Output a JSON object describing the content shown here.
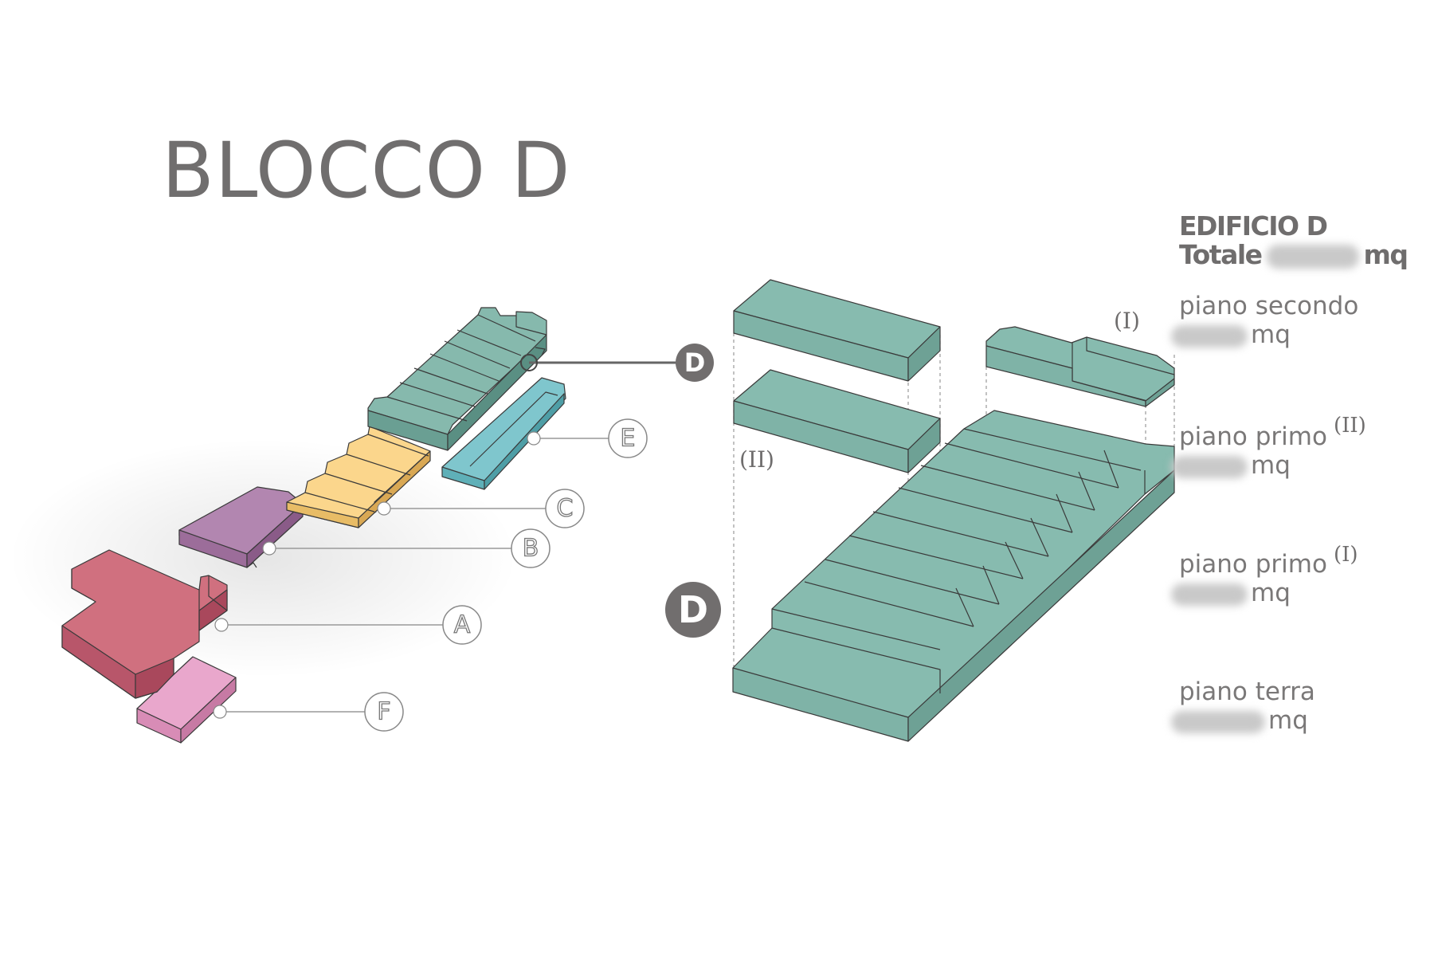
{
  "title": "BLOCCO  D",
  "callouts": [
    {
      "id": "D",
      "label": "D"
    },
    {
      "id": "E",
      "label": "E"
    },
    {
      "id": "C",
      "label": "C"
    },
    {
      "id": "B",
      "label": "B"
    },
    {
      "id": "A",
      "label": "A"
    },
    {
      "id": "F",
      "label": "F"
    }
  ],
  "detail_label": "D",
  "roman_numerals": {
    "part_i": "(I)",
    "part_ii": "(II)"
  },
  "building_info": {
    "name": "EDIFICIO D",
    "total_prefix": "Totale",
    "unit": "mq"
  },
  "levels": [
    {
      "label": "piano secondo",
      "sup": "",
      "unit": "mq"
    },
    {
      "label": "piano primo",
      "sup": "(II)",
      "unit": "mq"
    },
    {
      "label": "piano primo",
      "sup": "(I)",
      "unit": "mq"
    },
    {
      "label": "piano terra",
      "sup": "",
      "unit": "mq"
    }
  ],
  "colors": {
    "block_a": "#cc6b7a",
    "block_b": "#b083ae",
    "block_c": "#fbd58b",
    "block_d": "#85b8ad",
    "block_e": "#7ec4cb",
    "block_f": "#e7a1c8",
    "outline": "#3c3c3c",
    "dark_badge": "#726f6f"
  }
}
